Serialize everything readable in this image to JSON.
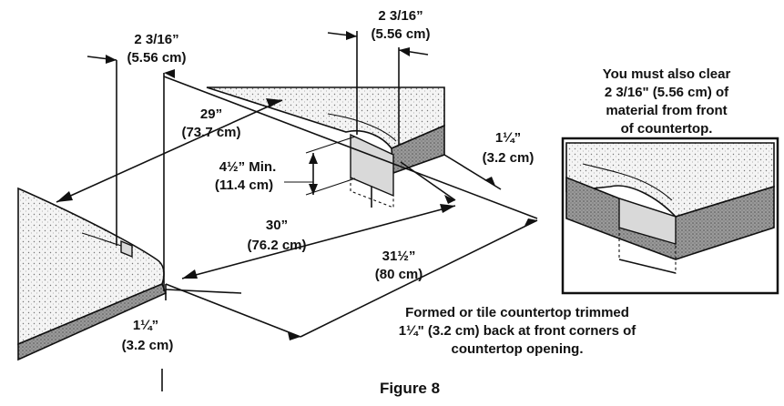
{
  "dimensions": {
    "top_left_clear": {
      "imperial": "2 3/16”",
      "metric": "(5.56 cm)"
    },
    "top_right_clear": {
      "imperial": "2 3/16”",
      "metric": "(5.56 cm)"
    },
    "depth_29": {
      "imperial": "29”",
      "metric": "(73.7 cm)"
    },
    "min_height": {
      "imperial": "4½” Min.",
      "metric": "(11.4 cm)"
    },
    "right_trim": {
      "imperial": "1¼”",
      "metric": "(3.2 cm)"
    },
    "width_30": {
      "imperial": "30”",
      "metric": "(76.2 cm)"
    },
    "width_31": {
      "imperial": "31½”",
      "metric": "(80 cm)"
    },
    "front_trim": {
      "imperial": "1¼”",
      "metric": "(3.2 cm)"
    }
  },
  "inset_note": [
    "You must also clear",
    "2 3/16\" (5.56 cm) of",
    "material from front",
    "of countertop."
  ],
  "trim_note": [
    "Formed or tile countertop trimmed",
    "1¼\" (3.2 cm) back at front corners of",
    "countertop opening."
  ],
  "caption": "Figure 8"
}
